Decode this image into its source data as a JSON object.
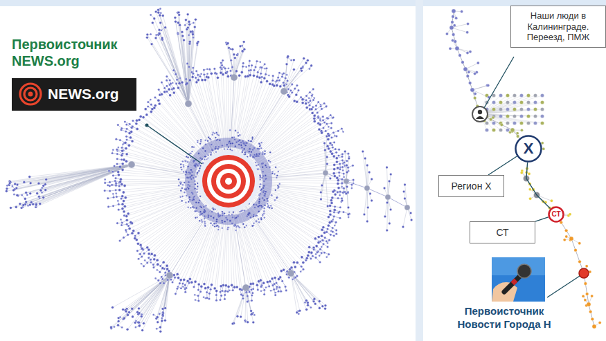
{
  "diagram": {
    "nodes": [
      {
        "text": [
          "Первоисточник NEWS.org",
          "NEWS.org"
        ]
      },
      {
        "text": [
          "Наши люди в Калининграде. Переезд, ПМЖ"
        ]
      },
      {
        "text": [
          "X"
        ]
      },
      {
        "text": [
          "Регион X"
        ]
      },
      {
        "text": [
          "СТ"
        ]
      },
      {
        "text": [
          "СТ"
        ]
      }
    ],
    "edges": [
      {
        "from": 3,
        "to": 2,
        "arrow": "none"
      },
      {
        "from": 5,
        "to": 4,
        "arrow": "none"
      },
      {
        "from": 2,
        "to": 4,
        "arrow": "none"
      }
    ],
    "labels": [
      "Первоисточник Новости Города Н"
    ]
  }
}
